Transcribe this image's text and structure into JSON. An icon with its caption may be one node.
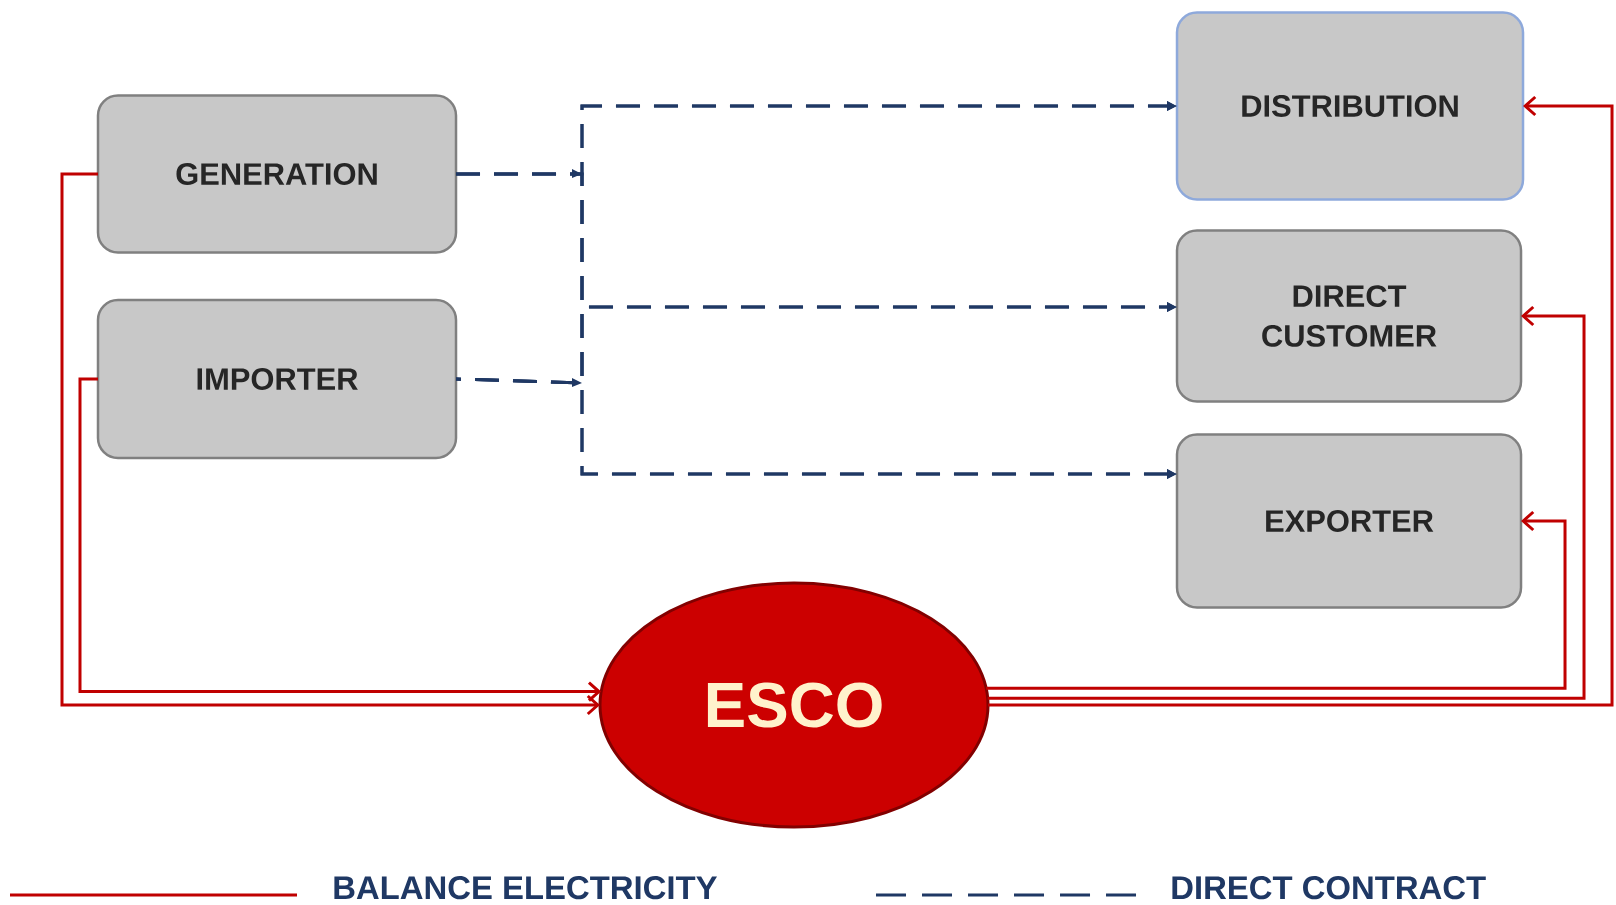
{
  "diagram": {
    "nodes": [
      {
        "text": [
          "GENERATION"
        ]
      },
      {
        "text": [
          "IMPORTER"
        ]
      },
      {
        "text": [
          "DISTRIBUTION"
        ]
      },
      {
        "text": [
          "DIRECT CUSTOMER"
        ]
      },
      {
        "text": [
          "EXPORTER"
        ]
      },
      {
        "text": [
          "ESCO"
        ]
      }
    ],
    "edges": [
      {
        "from": 0,
        "to": 2,
        "arrow": "to",
        "style": "dashed"
      },
      {
        "from": 0,
        "to": 3,
        "arrow": "to",
        "style": "dashed"
      },
      {
        "from": 0,
        "to": 4,
        "arrow": "to",
        "style": "dashed"
      },
      {
        "from": 1,
        "to": 2,
        "arrow": "to",
        "style": "dashed"
      },
      {
        "from": 1,
        "to": 3,
        "arrow": "to",
        "style": "dashed"
      },
      {
        "from": 1,
        "to": 4,
        "arrow": "to",
        "style": "dashed"
      },
      {
        "from": 0,
        "to": 5,
        "arrow": "to",
        "color": "#c00000"
      },
      {
        "from": 1,
        "to": 5,
        "arrow": "to",
        "color": "#c00000"
      },
      {
        "from": 5,
        "to": 2,
        "arrow": "to",
        "color": "#c00000"
      },
      {
        "from": 5,
        "to": 3,
        "arrow": "to",
        "color": "#c00000"
      },
      {
        "from": 5,
        "to": 4,
        "arrow": "to",
        "color": "#c00000"
      }
    ],
    "legend": [
      {
        "text": "BALANCE ELECTRICITY"
      },
      {
        "text": "DIRECT CONTRACT"
      }
    ]
  }
}
